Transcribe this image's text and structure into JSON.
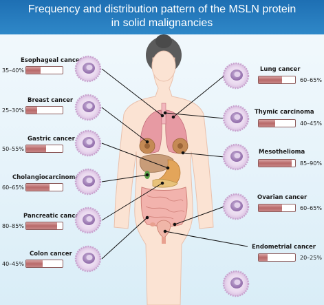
{
  "title": {
    "line1": "Frequency and distribution pattern of the MSLN protein",
    "line2": "in solid malignancies"
  },
  "colors": {
    "title_bar": "#2476bb",
    "bar_fill": "#b86a6a",
    "cell_membrane": "#c9a3cf",
    "cell_nucleus": "#8f69a8",
    "body_skin": "#fbe3d3"
  },
  "cancers": [
    {
      "key": "esophageal",
      "label": "Esophageal cancer",
      "range": "35–40%",
      "min": 35,
      "max": 40
    },
    {
      "key": "breast",
      "label": "Breast cancer",
      "range": "25–30%",
      "min": 25,
      "max": 30
    },
    {
      "key": "gastric",
      "label": "Gastric cancer",
      "range": "50–55%",
      "min": 50,
      "max": 55
    },
    {
      "key": "cholangio",
      "label": "Cholangiocarcinoma",
      "range": "60–65%",
      "min": 60,
      "max": 65
    },
    {
      "key": "pancreatic",
      "label": "Pancreatic cancer",
      "range": "80–85%",
      "min": 80,
      "max": 85
    },
    {
      "key": "colon",
      "label": "Colon cancer",
      "range": "40–45%",
      "min": 40,
      "max": 45
    },
    {
      "key": "lung",
      "label": "Lung cancer",
      "range": "60–65%",
      "min": 60,
      "max": 65
    },
    {
      "key": "thymic",
      "label": "Thymic carcinoma",
      "range": "40–45%",
      "min": 40,
      "max": 45
    },
    {
      "key": "meso",
      "label": "Mesothelioma",
      "range": "85–90%",
      "min": 85,
      "max": 90
    },
    {
      "key": "ovarian",
      "label": "Ovarian cancer",
      "range": "60–65%",
      "min": 60,
      "max": 65
    },
    {
      "key": "endometrial",
      "label": "Endometrial cancer",
      "range": "20–25%",
      "min": 20,
      "max": 25
    }
  ]
}
